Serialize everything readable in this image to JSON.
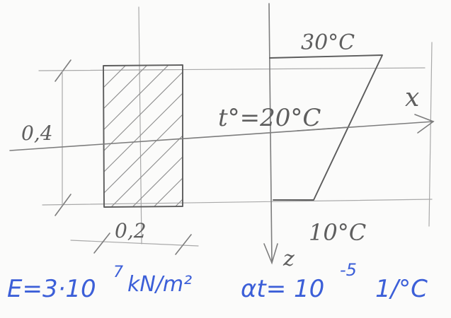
{
  "diagram": {
    "cross_section": {
      "height_label": "0,4",
      "width_label": "0,2"
    },
    "temperature": {
      "top_label": "30°C",
      "middle_label": "t°=20°C",
      "bottom_label": "10°C"
    },
    "axes": {
      "x_label": "x",
      "z_label": "z"
    },
    "formula": {
      "modulus": "E=3·10",
      "modulus_exp": "7",
      "modulus_unit": "kN/m²",
      "alpha": "αt= 10",
      "alpha_exp": "-5",
      "alpha_unit": "1/°C"
    },
    "colors": {
      "pencil": "#7d7d7d",
      "ink": "#3c5fd8"
    }
  }
}
